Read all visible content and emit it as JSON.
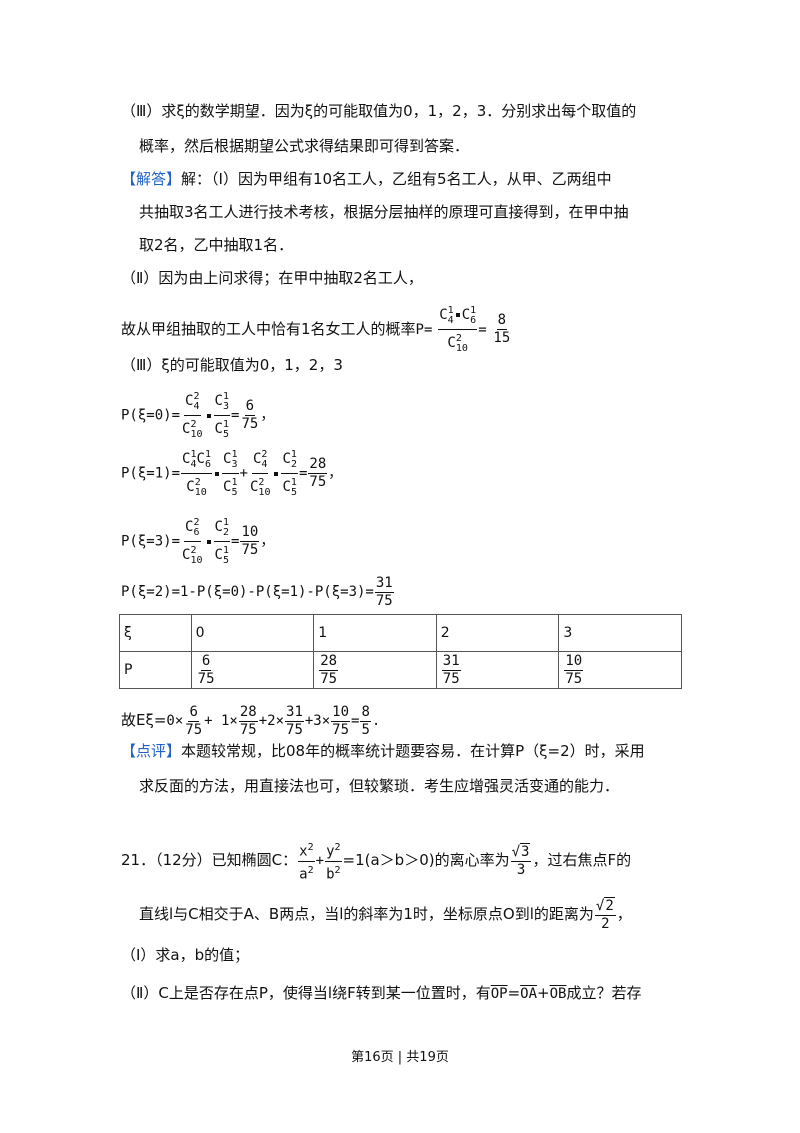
{
  "lines": {
    "l1": "（Ⅲ）求ξ的数学期望．因为ξ的可能取值为0，1，2，3．分别求出每个取值的",
    "l2": "概率，然后根据期望公式求得结果即可得到答案．",
    "l3_tag": "【解答】",
    "l3": "解：（Ⅰ）因为甲组有10名工人，乙组有5名工人，从甲、乙两组中",
    "l4": "共抽取3名工人进行技术考核，根据分层抽样的原理可直接得到，在甲中抽",
    "l5": "取2名，乙中抽取1名．",
    "l6": "（Ⅱ）因为由上问求得；在甲中抽取2名工人，",
    "l7": "故从甲组抽取的工人中恰有1名女工人的概率",
    "l8": "（Ⅲ）ξ的可能取值为0，1，2，3",
    "eq_p2": "P(ξ=2)=1-P(ξ=0)-P(ξ=1)-P(ξ=3)=",
    "expect": "故Eξ=",
    "review_tag": "【点评】",
    "review1": "本题较常规，比08年的概率统计题要容易．在计算P（ξ=2）时，采用",
    "review2": "求反面的方法，用直接法也可，但较繁琐．考生应增强灵活变通的能力．",
    "q21_a": "21．（12分）已知椭圆C：",
    "q21_b": "=1(a＞b＞0)的离心率为",
    "q21_c": "，过右焦点F的",
    "q21_2a": "直线l与C相交于A、B两点，当l的斜率为1时，坐标原点O到l的距离为",
    "q21_3": "（Ⅰ）求a，b的值；",
    "q21_4a": "（Ⅱ）C上是否存在点P，使得当l绕F转到某一位置时，有",
    "q21_4b": "成立？若存"
  },
  "table": {
    "header": [
      "ξ",
      "0",
      "1",
      "2",
      "3"
    ],
    "row_label": "P",
    "num": [
      "6",
      "28",
      "31",
      "10"
    ],
    "den": [
      "75",
      "75",
      "75",
      "75"
    ]
  },
  "footer": "第16页 | 共19页"
}
